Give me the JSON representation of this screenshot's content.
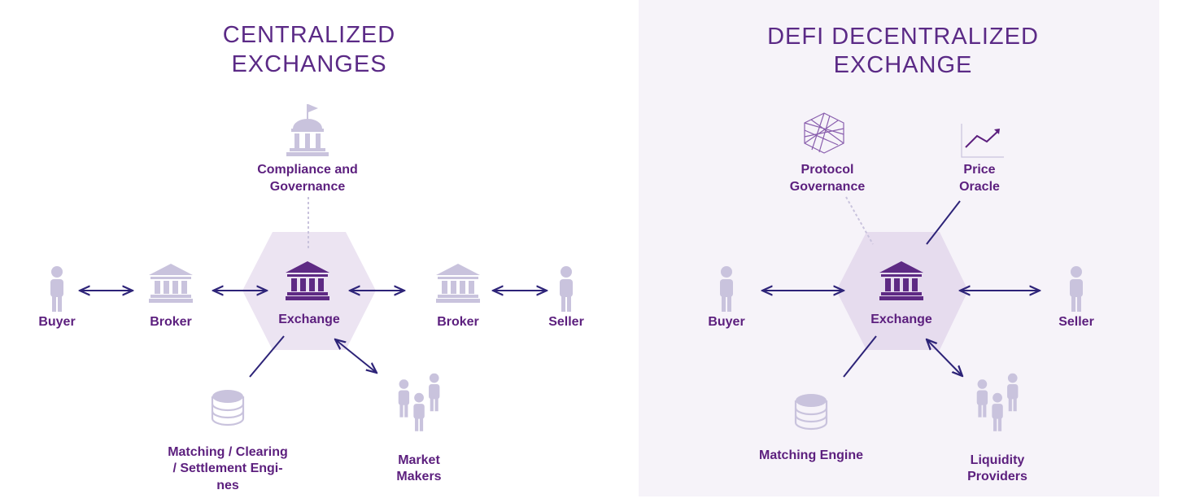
{
  "colors": {
    "title": "#5b2a86",
    "label": "#5c1f7e",
    "icon": "#c9c3dd",
    "exchange_icon": "#5e2a84",
    "arrow": "#2d2378",
    "panel": "#f6f3f9",
    "hexagon": "#ece4f2"
  },
  "centralized": {
    "title_lines": [
      "CENTRALIZED",
      "EXCHANGES"
    ],
    "compliance": [
      "Compliance and",
      "Governance"
    ],
    "buyer": "Buyer",
    "broker_left": "Broker",
    "exchange": "Exchange",
    "broker_right": "Broker",
    "seller": "Seller",
    "engines": [
      "Matching / Clearing",
      "/ Settlement Engi-",
      "nes"
    ],
    "market_makers": [
      "Market",
      "Makers"
    ]
  },
  "decentralized": {
    "title_lines": [
      "DEFI DECENTRALIZED",
      "EXCHANGE"
    ],
    "protocol_governance": [
      "Protocol",
      "Governance"
    ],
    "price_oracle": [
      "Price",
      "Oracle"
    ],
    "buyer": "Buyer",
    "exchange": "Exchange",
    "seller": "Seller",
    "matching_engine": "Matching Engine",
    "liquidity_providers": [
      "Liquidity",
      "Providers"
    ]
  }
}
